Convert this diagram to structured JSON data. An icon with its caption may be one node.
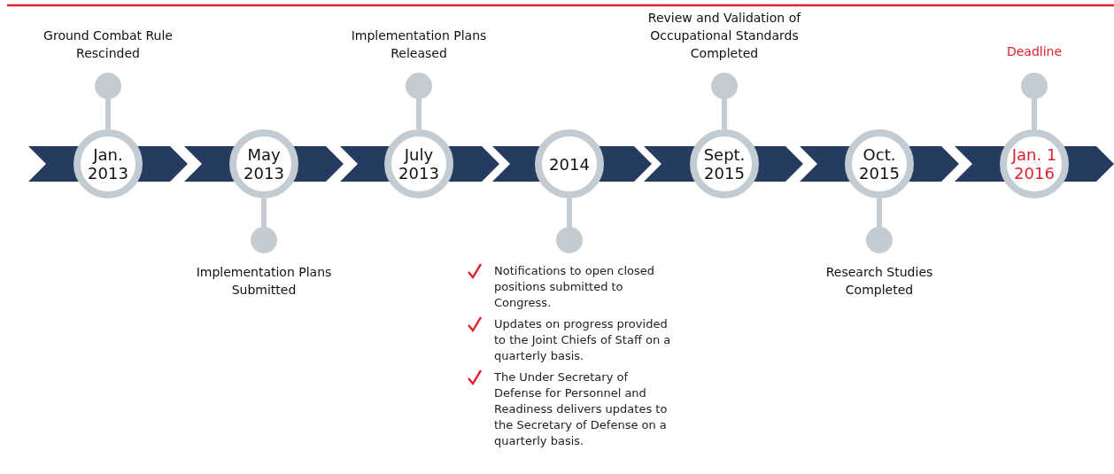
{
  "diagram": {
    "nodes": [
      {
        "text": [
          "Jan.",
          "2013"
        ]
      },
      {
        "text": [
          "May",
          "2013"
        ]
      },
      {
        "text": [
          "July",
          "2013"
        ]
      },
      {
        "text": [
          "2014"
        ]
      },
      {
        "text": [
          "Sept.",
          "2015"
        ]
      },
      {
        "text": [
          "Oct.",
          "2015"
        ]
      },
      {
        "text": [
          "Jan. 1",
          "2016"
        ]
      },
      {
        "text": [
          "Ground Combat Rule Rescinded"
        ]
      },
      {
        "text": [
          "Implementation Plans Submitted"
        ]
      },
      {
        "text": [
          "Implementation Plans Released"
        ]
      },
      {
        "text": [
          "Notifications to open closed positions submitted to Congress.",
          "Updates on progress provided to the Joint Chiefs of Staff on a quarterly basis.",
          "The Under Secretary of Defense for Personnel and Readiness delivers updates to the Secretary of Defense on a quarterly basis."
        ]
      },
      {
        "text": [
          "Review and Validation of Occupational Standards Completed"
        ]
      },
      {
        "text": [
          "Research Studies Completed"
        ]
      },
      {
        "text": [
          "Deadline"
        ]
      }
    ],
    "edges": [
      {
        "from": 7,
        "to": 0,
        "arrow": "other"
      },
      {
        "from": 8,
        "to": 1,
        "arrow": "other"
      },
      {
        "from": 9,
        "to": 2,
        "arrow": "other"
      },
      {
        "from": 10,
        "to": 3,
        "arrow": "other"
      },
      {
        "from": 11,
        "to": 4,
        "arrow": "other"
      },
      {
        "from": 12,
        "to": 5,
        "arrow": "other"
      },
      {
        "from": 13,
        "to": 6,
        "arrow": "other"
      }
    ]
  }
}
